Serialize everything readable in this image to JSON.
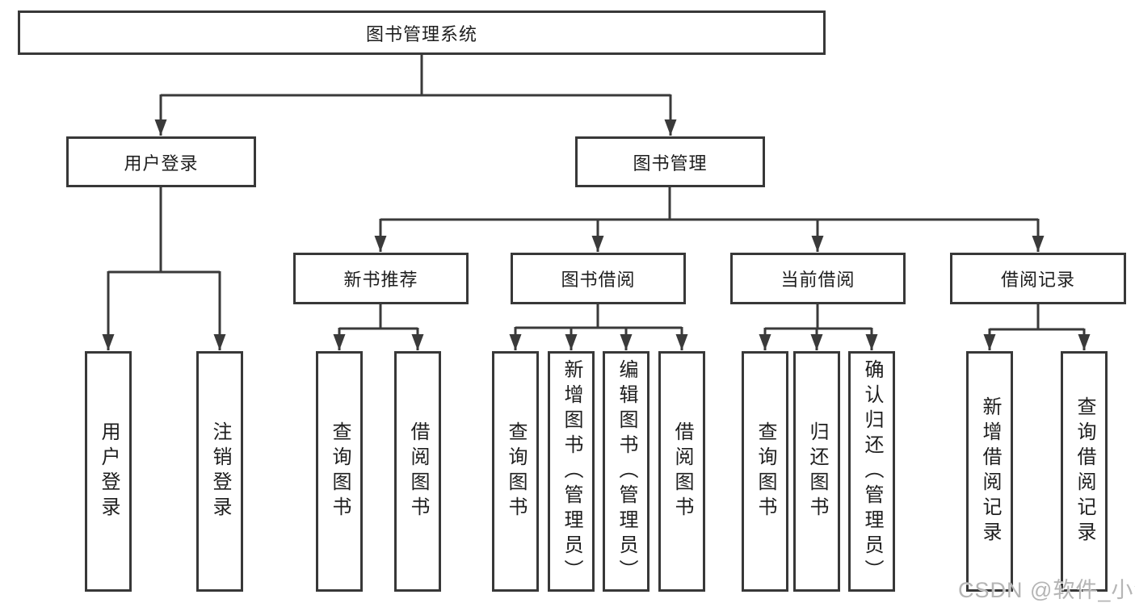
{
  "diagram": {
    "title": "图书管理系统",
    "colors": {
      "line": "#3a3a3a",
      "border": "#383838",
      "text": "#1e1e1e",
      "background": "#ffffff"
    },
    "nodes": {
      "root": {
        "label": "图书管理系统"
      },
      "user_login": {
        "label": "用户登录"
      },
      "book_mgmt": {
        "label": "图书管理"
      },
      "login": {
        "label": "用户登录"
      },
      "logout": {
        "label": "注销登录"
      },
      "new_book_rec": {
        "label": "新书推荐"
      },
      "book_borrow": {
        "label": "图书借阅"
      },
      "current_borrow": {
        "label": "当前借阅"
      },
      "borrow_records": {
        "label": "借阅记录"
      },
      "rec_query": {
        "label": "查询图书"
      },
      "rec_borrow": {
        "label": "借阅图书"
      },
      "bb_query": {
        "label": "查询图书"
      },
      "bb_add": {
        "label": "新增图书（管理员）"
      },
      "bb_edit": {
        "label": "编辑图书（管理员）"
      },
      "bb_borrow": {
        "label": "借阅图书"
      },
      "cb_query": {
        "label": "查询图书"
      },
      "cb_return": {
        "label": "归还图书"
      },
      "cb_confirm": {
        "label": "确认归还（管理员）"
      },
      "br_add": {
        "label": "新增借阅记录"
      },
      "br_query": {
        "label": "查询借阅记录"
      }
    },
    "tree": {
      "label": "图书管理系统",
      "children": [
        {
          "label": "用户登录",
          "children": [
            {
              "label": "用户登录"
            },
            {
              "label": "注销登录"
            }
          ]
        },
        {
          "label": "图书管理",
          "children": [
            {
              "label": "新书推荐",
              "children": [
                {
                  "label": "查询图书"
                },
                {
                  "label": "借阅图书"
                }
              ]
            },
            {
              "label": "图书借阅",
              "children": [
                {
                  "label": "查询图书"
                },
                {
                  "label": "新增图书（管理员）"
                },
                {
                  "label": "编辑图书（管理员）"
                },
                {
                  "label": "借阅图书"
                }
              ]
            },
            {
              "label": "当前借阅",
              "children": [
                {
                  "label": "查询图书"
                },
                {
                  "label": "归还图书"
                },
                {
                  "label": "确认归还（管理员）"
                }
              ]
            },
            {
              "label": "借阅记录",
              "children": [
                {
                  "label": "新增借阅记录"
                },
                {
                  "label": "查询借阅记录"
                }
              ]
            }
          ]
        }
      ]
    }
  },
  "watermark": {
    "text": "CSDN @软件_小贺同学",
    "color": "#b5b5b5"
  }
}
